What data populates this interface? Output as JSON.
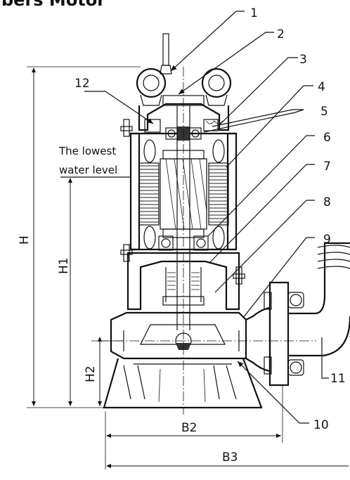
{
  "header": {
    "title_fragment": "bers Motor"
  },
  "callouts": [
    "1",
    "2",
    "3",
    "4",
    "5",
    "6",
    "7",
    "8",
    "9",
    "10",
    "11",
    "12"
  ],
  "water_level": {
    "line1": "The lowest",
    "line2": "water level"
  },
  "dimensions": {
    "H": "H",
    "H1": "H1",
    "H2": "H2",
    "B2": "B2",
    "B3": "B3"
  }
}
